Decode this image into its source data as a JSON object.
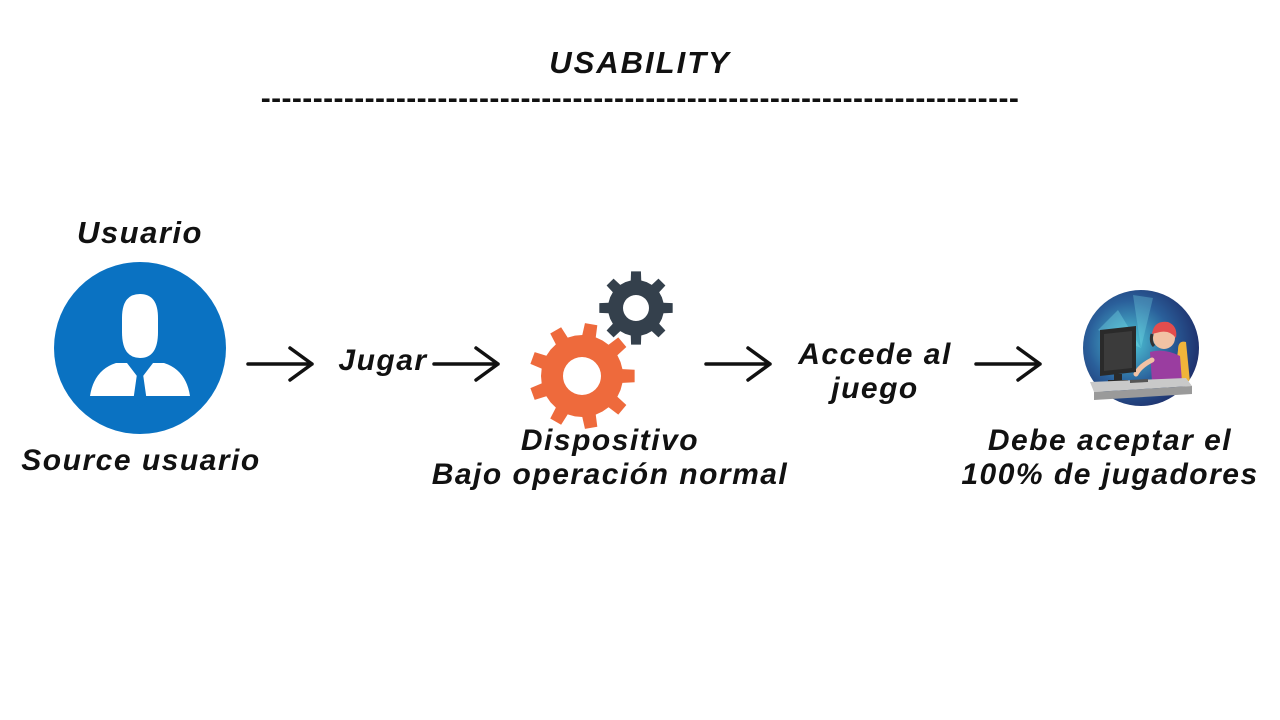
{
  "title": "USABILITY",
  "separator": "-------------------------------------------------------------------------",
  "nodes": {
    "user": {
      "label_top": "Usuario",
      "label_bottom": "Source usuario",
      "icon": "user-icon",
      "color": "#0a72c2"
    },
    "jugar": {
      "label": "Jugar"
    },
    "device": {
      "line1": "Dispositivo",
      "line2": "Bajo operación normal",
      "icon": "gears-icon",
      "gear_color_large": "#ee6a3c",
      "gear_color_small": "#34404c"
    },
    "access": {
      "line1": "Accede al",
      "line2": "juego"
    },
    "gamer": {
      "line1": "Debe aceptar el",
      "line2": "100% de jugadores",
      "icon": "gamer-icon"
    }
  },
  "arrow_icon": "arrow-right-icon"
}
